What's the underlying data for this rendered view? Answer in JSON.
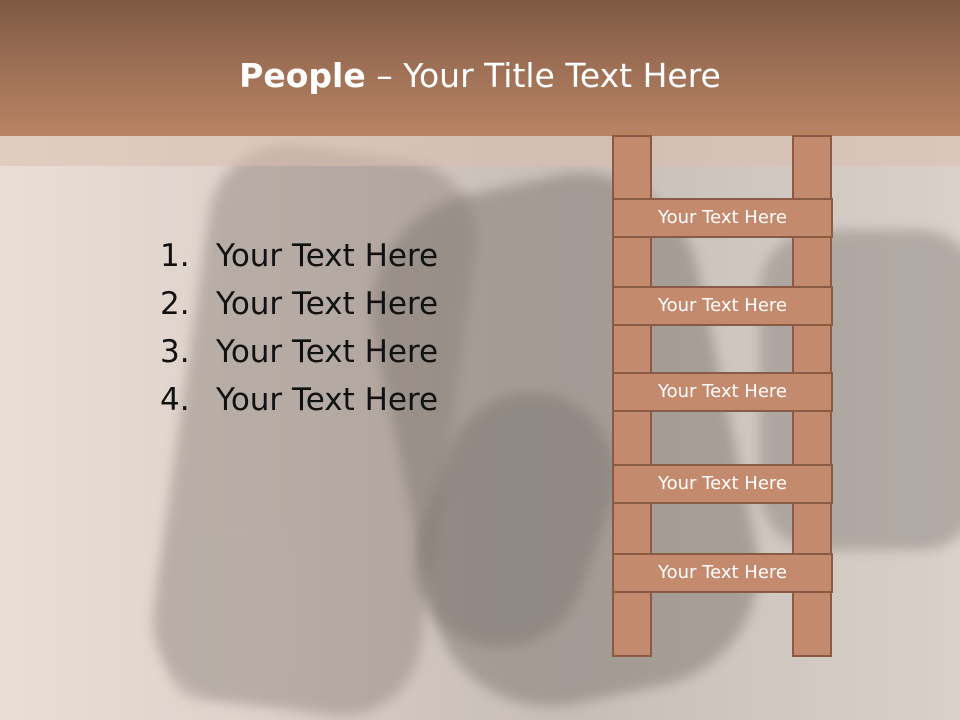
{
  "title": {
    "bold": "People",
    "rest": " – Your Title Text Here"
  },
  "list": [
    {
      "num": "1.",
      "text": "Your Text Here"
    },
    {
      "num": "2.",
      "text": "Your Text Here"
    },
    {
      "num": "3.",
      "text": "Your Text Here"
    },
    {
      "num": "4.",
      "text": "Your Text Here"
    }
  ],
  "ladder": {
    "rungs": [
      "Your Text Here",
      "Your Text Here",
      "Your Text Here",
      "Your Text Here",
      "Your Text Here"
    ]
  },
  "colors": {
    "title_band": "#9b6e54",
    "ladder_fill": "#c48a6e",
    "ladder_border": "#8a5a44"
  }
}
